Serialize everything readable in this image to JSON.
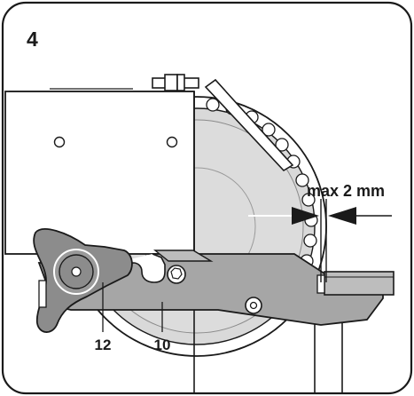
{
  "figure": {
    "step_number": "4",
    "measurement_label": "max 2 mm",
    "callouts": [
      "12",
      "10"
    ]
  },
  "colors": {
    "outline": "#1a1a1a",
    "body_fill": "#ffffff",
    "disc_fill": "#d9d9d9",
    "guide_fill": "#a6a6a6",
    "knob_fill": "#8c8c8c"
  }
}
